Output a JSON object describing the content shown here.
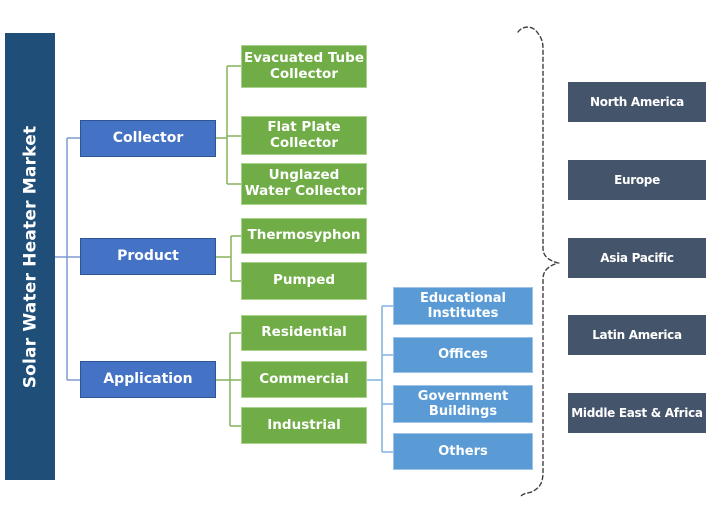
{
  "diagram_title": "Solar Water Heater Market",
  "colors": {
    "root-bar": "#1F4E79",
    "category": "#4472C4",
    "category-border": "#2F5597",
    "segment": "#70AD47",
    "segment-border": "#A9D18E",
    "subsegment": "#5B9BD5",
    "subsegment-border": "#9DC3E6",
    "region": "#44546A",
    "line-blue": "#7E9BD3",
    "line-green": "#84B35C",
    "line-lightblue": "#7FB2DD",
    "brace": "#404040",
    "text": "#FFFFFF"
  },
  "tree": {
    "root": "Solar Water Heater Market",
    "categories": [
      {
        "label": "Collector",
        "children": [
          "Evacuated Tube\nCollector",
          "Flat Plate\nCollector",
          "Unglazed\nWater Collector"
        ]
      },
      {
        "label": "Product",
        "children": [
          "Thermosyphon",
          "Pumped"
        ]
      },
      {
        "label": "Application",
        "children": [
          "Residential",
          "Commercial",
          "Industrial"
        ]
      }
    ],
    "commercial_subsegments": [
      "Educational\nInstitutes",
      "Offices",
      "Government\nBuildings",
      "Others"
    ],
    "regions": [
      "North America",
      "Europe",
      "Asia Pacific",
      "Latin America",
      "Middle East & Africa"
    ]
  }
}
